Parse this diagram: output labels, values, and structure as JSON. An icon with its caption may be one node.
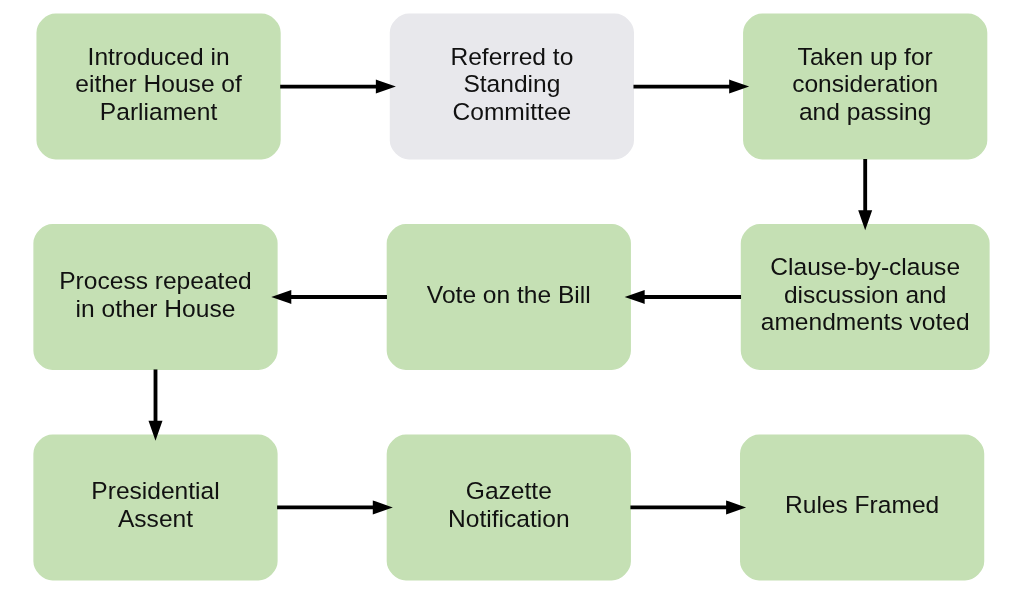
{
  "diagram": {
    "nodes": [
      {
        "text": [
          "Introduced in either House of Parliament"
        ]
      },
      {
        "text": [
          "Referred to Standing Committee"
        ]
      },
      {
        "text": [
          "Taken up for consideration and passing"
        ]
      },
      {
        "text": [
          "Clause-by-clause discussion and amendments voted"
        ]
      },
      {
        "text": [
          "Vote on the Bill"
        ]
      },
      {
        "text": [
          "Process repeated in other House"
        ]
      },
      {
        "text": [
          "Presidential Assent"
        ]
      },
      {
        "text": [
          "Gazette Notification"
        ]
      },
      {
        "text": [
          "Rules Framed"
        ]
      }
    ],
    "edges": [
      {
        "from": 0,
        "to": 1,
        "arrow": "to"
      },
      {
        "from": 1,
        "to": 2,
        "arrow": "to"
      },
      {
        "from": 2,
        "to": 3,
        "arrow": "to"
      },
      {
        "from": 3,
        "to": 4,
        "arrow": "to"
      },
      {
        "from": 4,
        "to": 5,
        "arrow": "to"
      },
      {
        "from": 5,
        "to": 6,
        "arrow": "to"
      },
      {
        "from": 6,
        "to": 7,
        "arrow": "to"
      },
      {
        "from": 7,
        "to": 8,
        "arrow": "to"
      }
    ]
  }
}
